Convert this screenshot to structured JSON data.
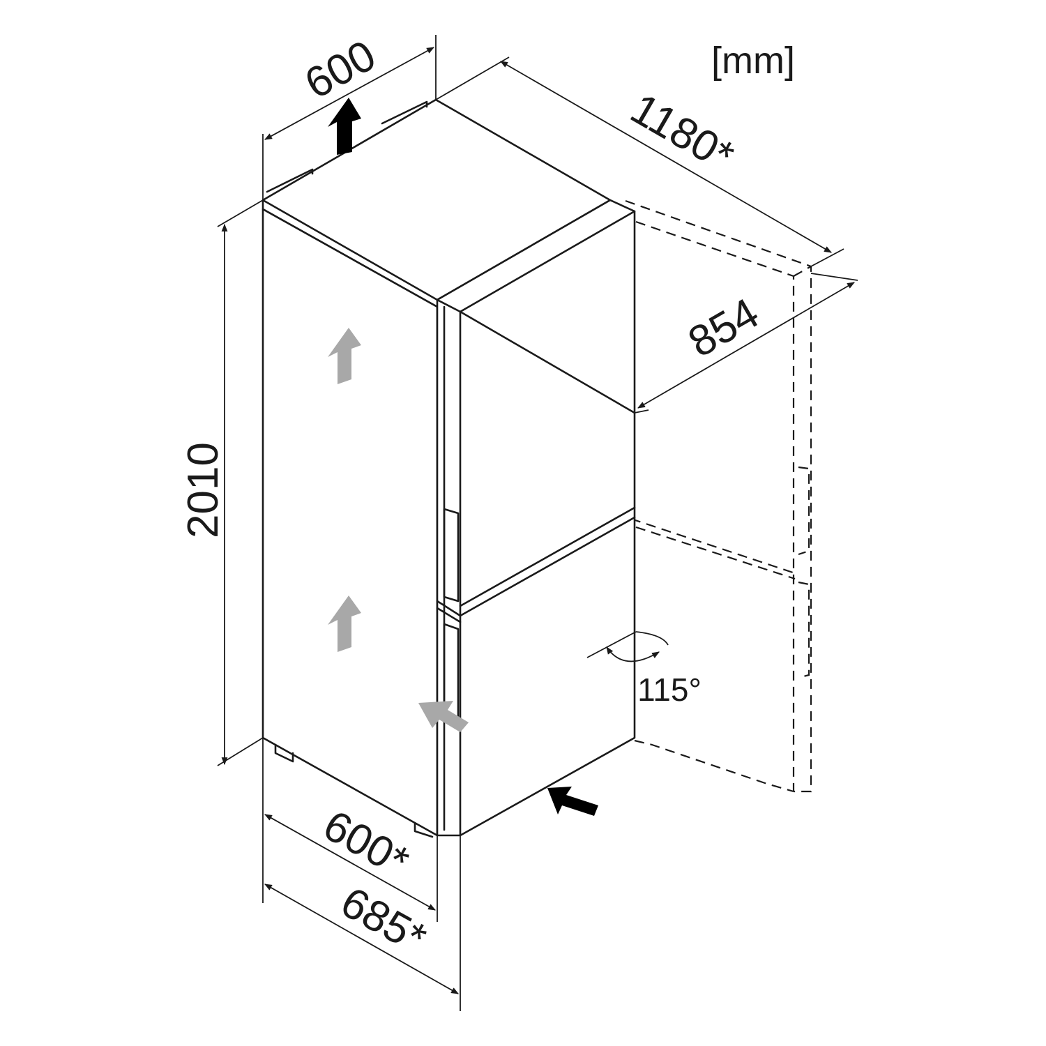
{
  "unit_label": "[mm]",
  "dimensions": {
    "top_width": "600",
    "opening_depth": "1180*",
    "door_open_depth": "854",
    "height": "2010",
    "base_width": "600*",
    "overall_depth": "685*"
  },
  "door_angle": "115°",
  "colors": {
    "line": "#1a1a1a",
    "airflow_arrow": "#a8a8a8",
    "push_arrow": "#000000"
  }
}
